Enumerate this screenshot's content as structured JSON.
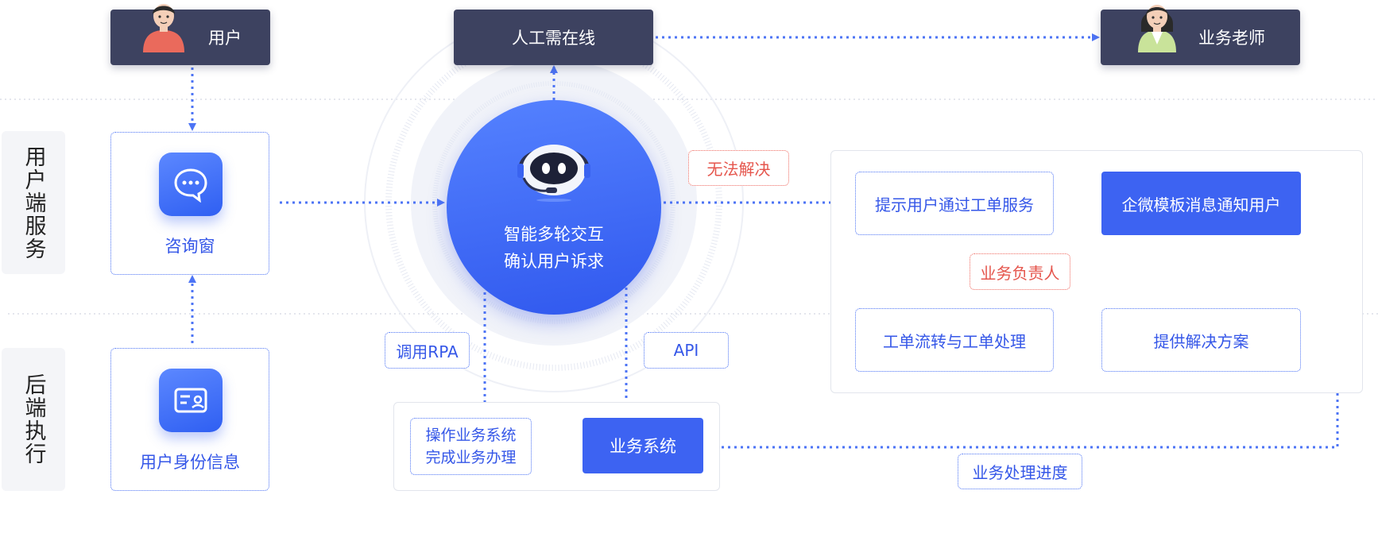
{
  "top": {
    "user_label": "用户",
    "human_online_label": "人工需在线",
    "teacher_label": "业务老师"
  },
  "side_labels": {
    "user_service": "用户端服务",
    "backend": "后端执行"
  },
  "left": {
    "consult_label": "咨询窗",
    "identity_label": "用户身份信息"
  },
  "center": {
    "bot_line1": "智能多轮交互",
    "bot_line2": "确认用户诉求",
    "rpa_tag": "调用RPA",
    "api_tag": "API",
    "operate_line1": "操作业务系统",
    "operate_line2": "完成业务办理",
    "biz_system": "业务系统"
  },
  "right": {
    "cannot_solve_tag": "无法解决",
    "prompt_ticket": "提示用户通过工单服务",
    "wecom_notify": "企微模板消息通知用户",
    "owner_tag": "业务负责人",
    "ticket_flow": "工单流转与工单处理",
    "provide_solution": "提供解决方案",
    "progress_tag": "业务处理进度"
  },
  "colors": {
    "dark_box": "#3d4260",
    "accent_blue": "#3d63f2",
    "dotted_blue": "#4d74f5",
    "alert_red": "#e5564d"
  }
}
